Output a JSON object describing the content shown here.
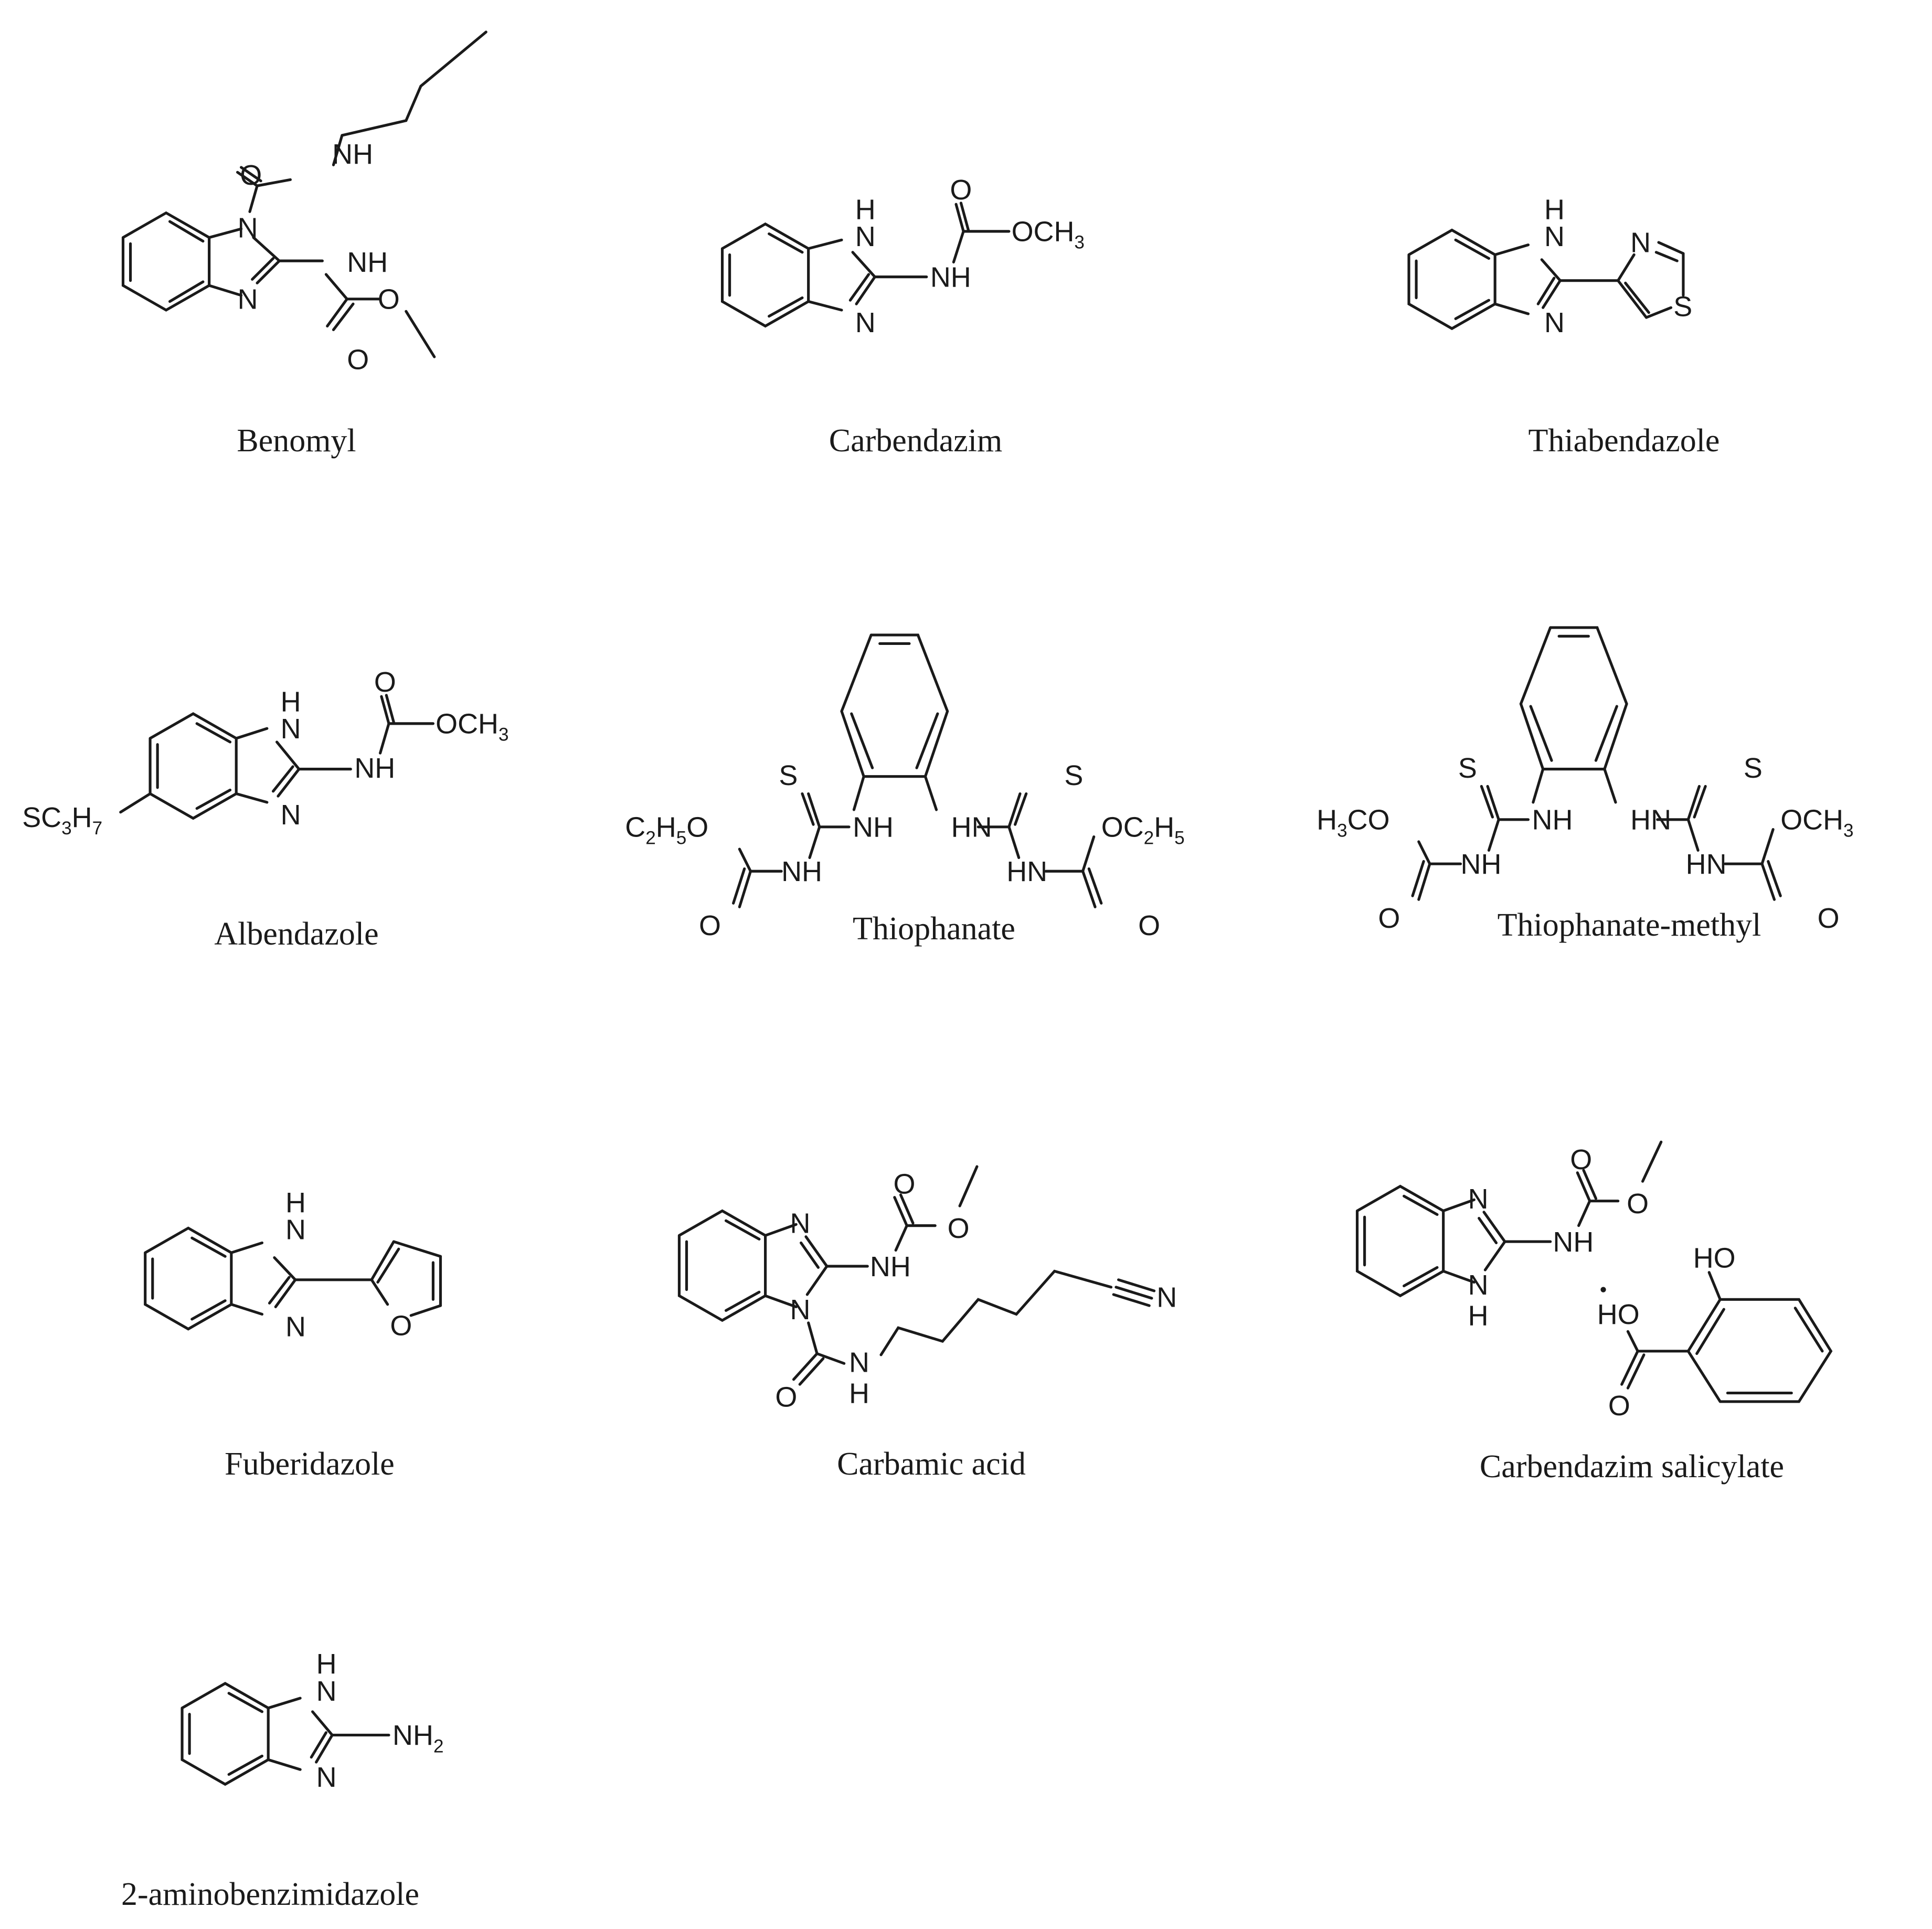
{
  "figure": {
    "type": "chemical structures grid",
    "compounds": [
      {
        "name": "Benomyl",
        "labels": [
          "O",
          "NH",
          "N",
          "NH",
          "N",
          "O",
          "O"
        ]
      },
      {
        "name": "Carbendazim",
        "labels": [
          "H",
          "N",
          "O",
          "OCH3",
          "NH",
          "N"
        ]
      },
      {
        "name": "Thiabendazole",
        "labels": [
          "H",
          "N",
          "N",
          "S",
          "N"
        ]
      },
      {
        "name": "Albendazole",
        "labels": [
          "H",
          "N",
          "O",
          "OCH3",
          "NH",
          "N",
          "SC3H7"
        ]
      },
      {
        "name": "Thiophanate",
        "labels": [
          "S",
          "S",
          "C2H5O",
          "NH",
          "HN",
          "OC2H5",
          "NH",
          "HN",
          "O",
          "O"
        ]
      },
      {
        "name": "Thiophanate-methyl",
        "labels": [
          "S",
          "S",
          "H3CO",
          "NH",
          "HN",
          "OCH3",
          "NH",
          "HN",
          "O",
          "O"
        ]
      },
      {
        "name": "Fuberidazole",
        "labels": [
          "H",
          "N",
          "N",
          "O"
        ]
      },
      {
        "name": "Carbamic acid",
        "labels": [
          "O",
          "N",
          "NH",
          "N",
          "O",
          "N",
          "H",
          "N"
        ]
      },
      {
        "name": "Carbendazim salicylate",
        "labels": [
          "O",
          "N",
          "O",
          "NH",
          "N",
          "H",
          "HO",
          "HO",
          "O"
        ]
      },
      {
        "name": "2-aminobenzimidazole",
        "labels": [
          "H",
          "N",
          "NH2",
          "N"
        ]
      }
    ]
  }
}
